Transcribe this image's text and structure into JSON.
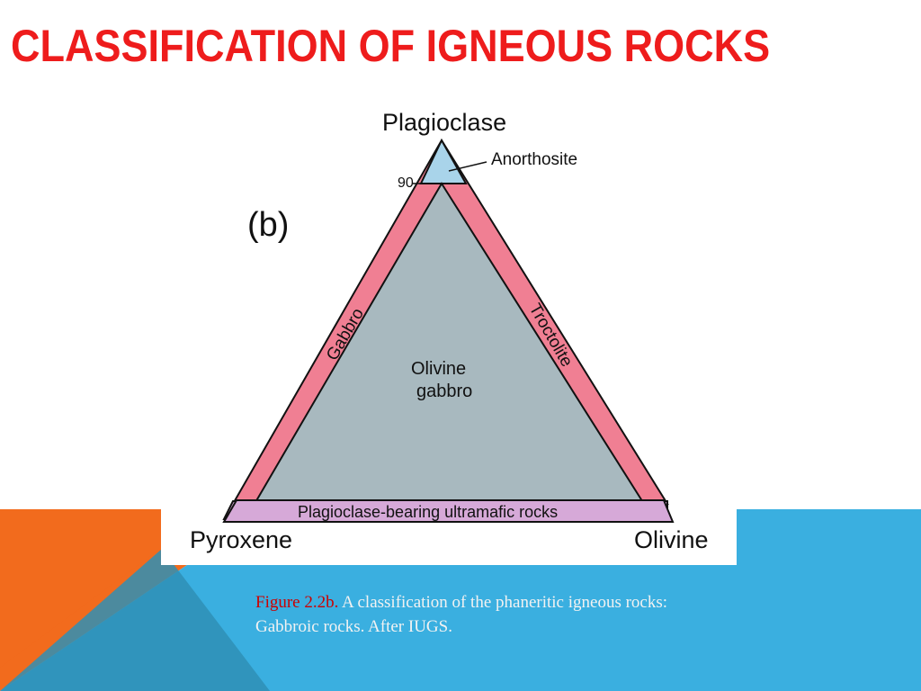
{
  "slide": {
    "title": "CLASSIFICATION OF IGNEOUS ROCKS"
  },
  "colors": {
    "title": "#ee1c1c",
    "orange": "#f26b1d",
    "blue": "#3aafe0",
    "dark_blue": "#2f8fb5",
    "anorthosite_fill": "#a9d4ea",
    "rim_fill": "#f07f93",
    "olivine_gabbro_fill": "#a8b9bf",
    "ultramafic_fill": "#d6a9d8",
    "caption_label": "#cc0000"
  },
  "diagram": {
    "panel_label": "(b)",
    "apex_top": "Plagioclase",
    "apex_left": "Pyroxene",
    "apex_right": "Olivine",
    "tick_90": "90",
    "fields": {
      "anorthosite": "Anorthosite",
      "gabbro": "Gabbro",
      "troctolite": "Troctolite",
      "olivine_gabbro_line1": "Olivine",
      "olivine_gabbro_line2": "gabbro",
      "ultramafic": "Plagioclase-bearing ultramafic rocks"
    }
  },
  "caption": {
    "label": "Figure 2.2b.",
    "text": " A classification of the phaneritic igneous rocks: Gabbroic rocks. After IUGS."
  }
}
